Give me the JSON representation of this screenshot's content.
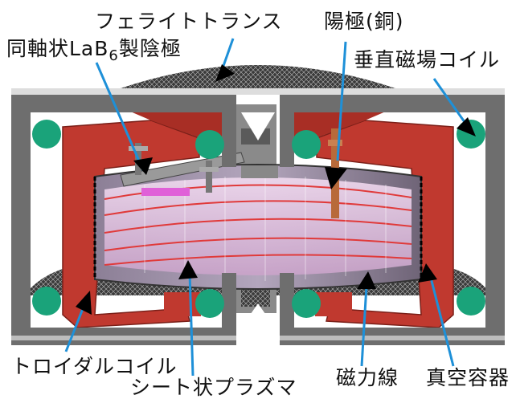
{
  "labels": {
    "ferrite_transformer": "フェライトトランス",
    "anode": "陽極(銅)",
    "cathode_prefix": "同軸状LaB",
    "cathode_sub": "6",
    "cathode_suffix": "製陰極",
    "vertical_coil": "垂直磁場コイル",
    "toroidal_coil": "トロイダルコイル",
    "sheet_plasma": "シート状プラズマ",
    "field_lines": "磁力線",
    "vacuum_vessel": "真空容器"
  },
  "colors": {
    "coil_red": "#c0392f",
    "iron_gray": "#6e6e6e",
    "coil_green": "#1aa37a",
    "plasma_pink": "#d9b8d8",
    "pointer_blue": "#1e90d8",
    "arrow_black": "#000000"
  }
}
